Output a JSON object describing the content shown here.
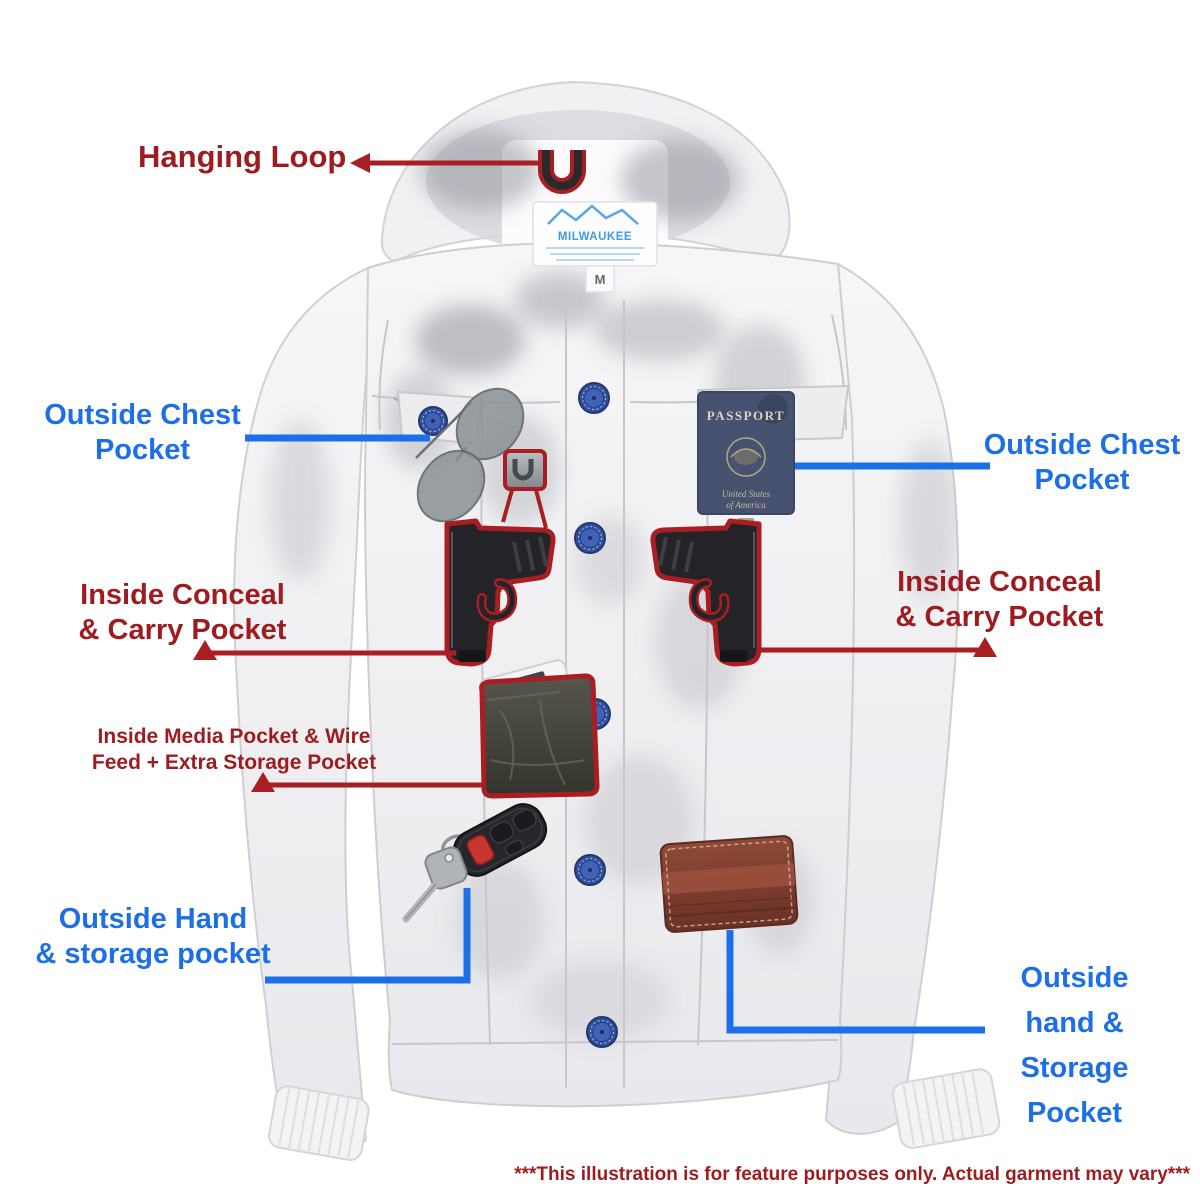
{
  "callouts": {
    "hanging_loop": "Hanging Loop",
    "outside_chest_left": "Outside Chest\nPocket",
    "outside_chest_right": "Outside Chest\nPocket",
    "inside_conceal_left": "Inside Conceal\n& Carry Pocket",
    "inside_conceal_right": "Inside Conceal\n& Carry Pocket",
    "inside_media": "Inside Media Pocket & Wire\nFeed + Extra Storage Pocket",
    "outside_hand_left": "Outside Hand\n& storage pocket",
    "outside_hand_right": "Outside\nhand &\nStorage\nPocket",
    "disclaimer": "***This illustration is for feature purposes only.  Actual garment may vary***"
  },
  "garment": {
    "brand_label": "MILWAUKEE",
    "size_tag": "M",
    "passport": {
      "title": "PASSPORT",
      "subtitle_line1": "United States",
      "subtitle_line2": "of America"
    }
  },
  "colors": {
    "callout_red": "#9e1b1f",
    "callout_blue": "#1d6fe8",
    "outline_red": "#a81e23",
    "passport_navy": "#46526f",
    "wallet_brown": "#84462f",
    "button_blue": "#31519f",
    "gun_black": "#242428"
  }
}
